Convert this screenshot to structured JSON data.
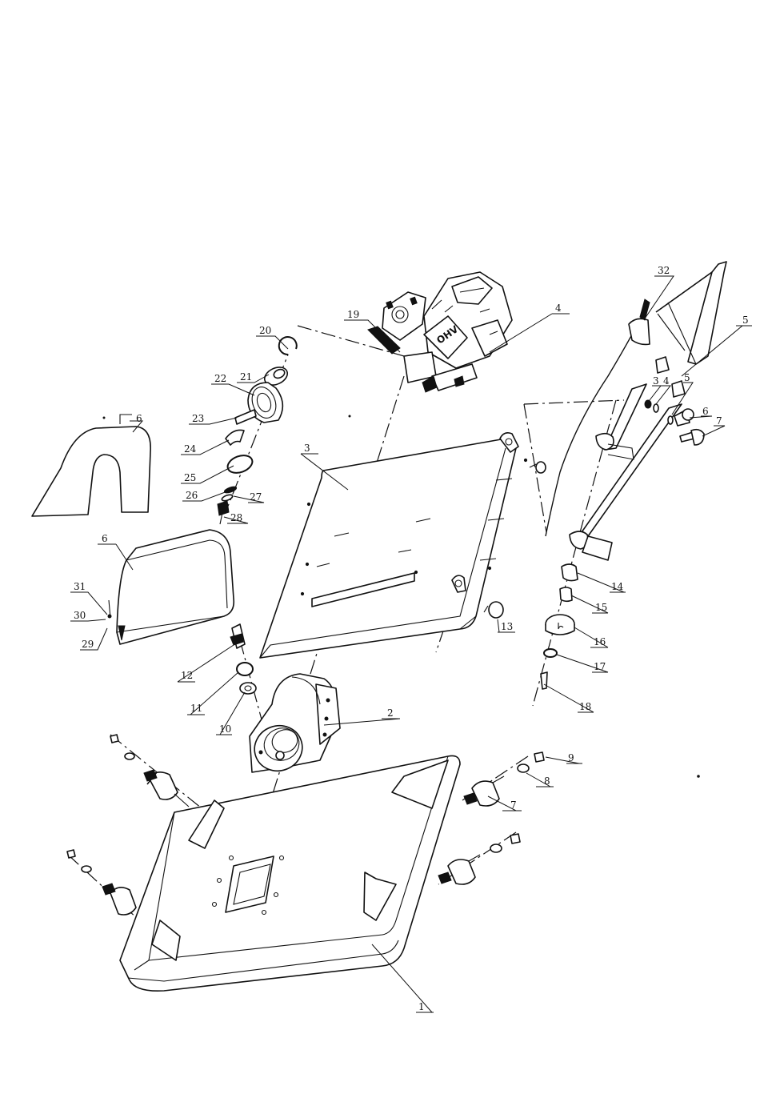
{
  "engine_badge": "OHV",
  "callouts": [
    {
      "id": "c1",
      "label": "1"
    },
    {
      "id": "c2",
      "label": "2"
    },
    {
      "id": "c3a",
      "label": "3"
    },
    {
      "id": "c3b",
      "label": "3"
    },
    {
      "id": "c4a",
      "label": "4"
    },
    {
      "id": "c4b",
      "label": "4"
    },
    {
      "id": "c5a",
      "label": "5"
    },
    {
      "id": "c5b",
      "label": "5"
    },
    {
      "id": "c6a",
      "label": "6"
    },
    {
      "id": "c6b",
      "label": "6"
    },
    {
      "id": "c6c",
      "label": "6"
    },
    {
      "id": "c7a",
      "label": "7"
    },
    {
      "id": "c7b",
      "label": "7"
    },
    {
      "id": "c8",
      "label": "8"
    },
    {
      "id": "c9",
      "label": "9"
    },
    {
      "id": "c10",
      "label": "10"
    },
    {
      "id": "c11",
      "label": "11"
    },
    {
      "id": "c12",
      "label": "12"
    },
    {
      "id": "c13",
      "label": "13"
    },
    {
      "id": "c14",
      "label": "14"
    },
    {
      "id": "c15",
      "label": "15"
    },
    {
      "id": "c16",
      "label": "16"
    },
    {
      "id": "c17",
      "label": "17"
    },
    {
      "id": "c18",
      "label": "18"
    },
    {
      "id": "c19",
      "label": "19"
    },
    {
      "id": "c20",
      "label": "20"
    },
    {
      "id": "c21",
      "label": "21"
    },
    {
      "id": "c22",
      "label": "22"
    },
    {
      "id": "c23",
      "label": "23"
    },
    {
      "id": "c24",
      "label": "24"
    },
    {
      "id": "c25",
      "label": "25"
    },
    {
      "id": "c26",
      "label": "26"
    },
    {
      "id": "c27",
      "label": "27"
    },
    {
      "id": "c28",
      "label": "28"
    },
    {
      "id": "c29",
      "label": "29"
    },
    {
      "id": "c30",
      "label": "30"
    },
    {
      "id": "c31",
      "label": "31"
    },
    {
      "id": "c32",
      "label": "32"
    }
  ]
}
